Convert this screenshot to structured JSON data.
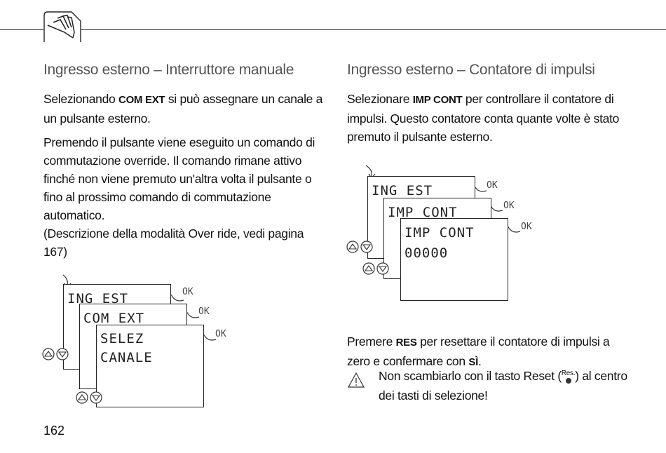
{
  "left": {
    "title": "Ingresso esterno – Interruttore manuale",
    "p1_a": "Selezionando ",
    "p1_b": "COM EXT",
    "p1_c": " si può assegnare un canale a un pulsante esterno.",
    "p2": "Premendo il pulsante viene eseguito un comando di commutazione override. Il comando rimane attivo finché non viene premuto un'altra volta il pulsante o fino al prossimo comando di commutazione automatico.",
    "p3": "(Descrizione della modalità Over ride, vedi pagina 167)",
    "screens": [
      "ING EST",
      "COM EXT",
      "SELEZ",
      "CANALE"
    ],
    "ok_labels": [
      "OK",
      "OK",
      "OK"
    ]
  },
  "right": {
    "title": "Ingresso esterno – Contatore di impulsi",
    "p1_a": "Selezionare ",
    "p1_b": "IMP CONT",
    "p1_c": " per controllare il contatore di impulsi. Questo contatore conta quante volte è stato premuto il pulsante esterno.",
    "screens": [
      "ING EST",
      "IMP CONT",
      "IMP CONT",
      "00000"
    ],
    "ok_labels": [
      "OK",
      "OK",
      "OK"
    ],
    "p2_a": "Premere ",
    "p2_b": "RES",
    "p2_c": " per resettare il contatore di impulsi a zero e confermare con ",
    "p2_d": "SÌ",
    "p2_e": ".",
    "warn_a": "Non scambiarlo con il tasto Reset (",
    "warn_res": "Res.",
    "warn_b": ") al centro dei tasti di selezione!"
  },
  "page_number": "162"
}
